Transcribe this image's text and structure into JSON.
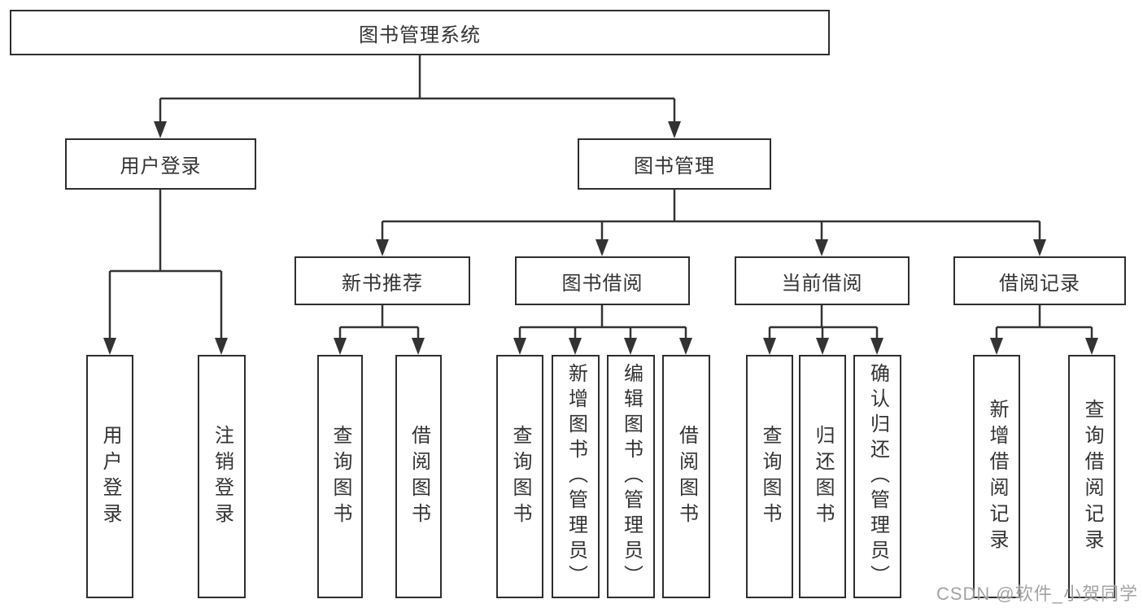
{
  "tree": {
    "root": "图书管理系统",
    "children": [
      {
        "label": "用户登录",
        "leaves": [
          "用户登录",
          "注销登录"
        ]
      },
      {
        "label": "图书管理",
        "children": [
          {
            "label": "新书推荐",
            "leaves": [
              "查询图书",
              "借阅图书"
            ]
          },
          {
            "label": "图书借阅",
            "leaves": [
              "查询图书",
              "新增图书（管理员）",
              "编辑图书（管理员）",
              "借阅图书"
            ]
          },
          {
            "label": "当前借阅",
            "leaves": [
              "查询图书",
              "归还图书",
              "确认归还（管理员）"
            ]
          },
          {
            "label": "借阅记录",
            "leaves": [
              "新增借阅记录",
              "查询借阅记录"
            ]
          }
        ]
      }
    ]
  },
  "watermark": {
    "text": "CSDN @软件_小贺同学"
  },
  "colors": {
    "line": "#333333",
    "box_border": "#2e2e2e",
    "text": "#333333",
    "background": "#ffffff",
    "watermark": "#8c8c8c"
  }
}
